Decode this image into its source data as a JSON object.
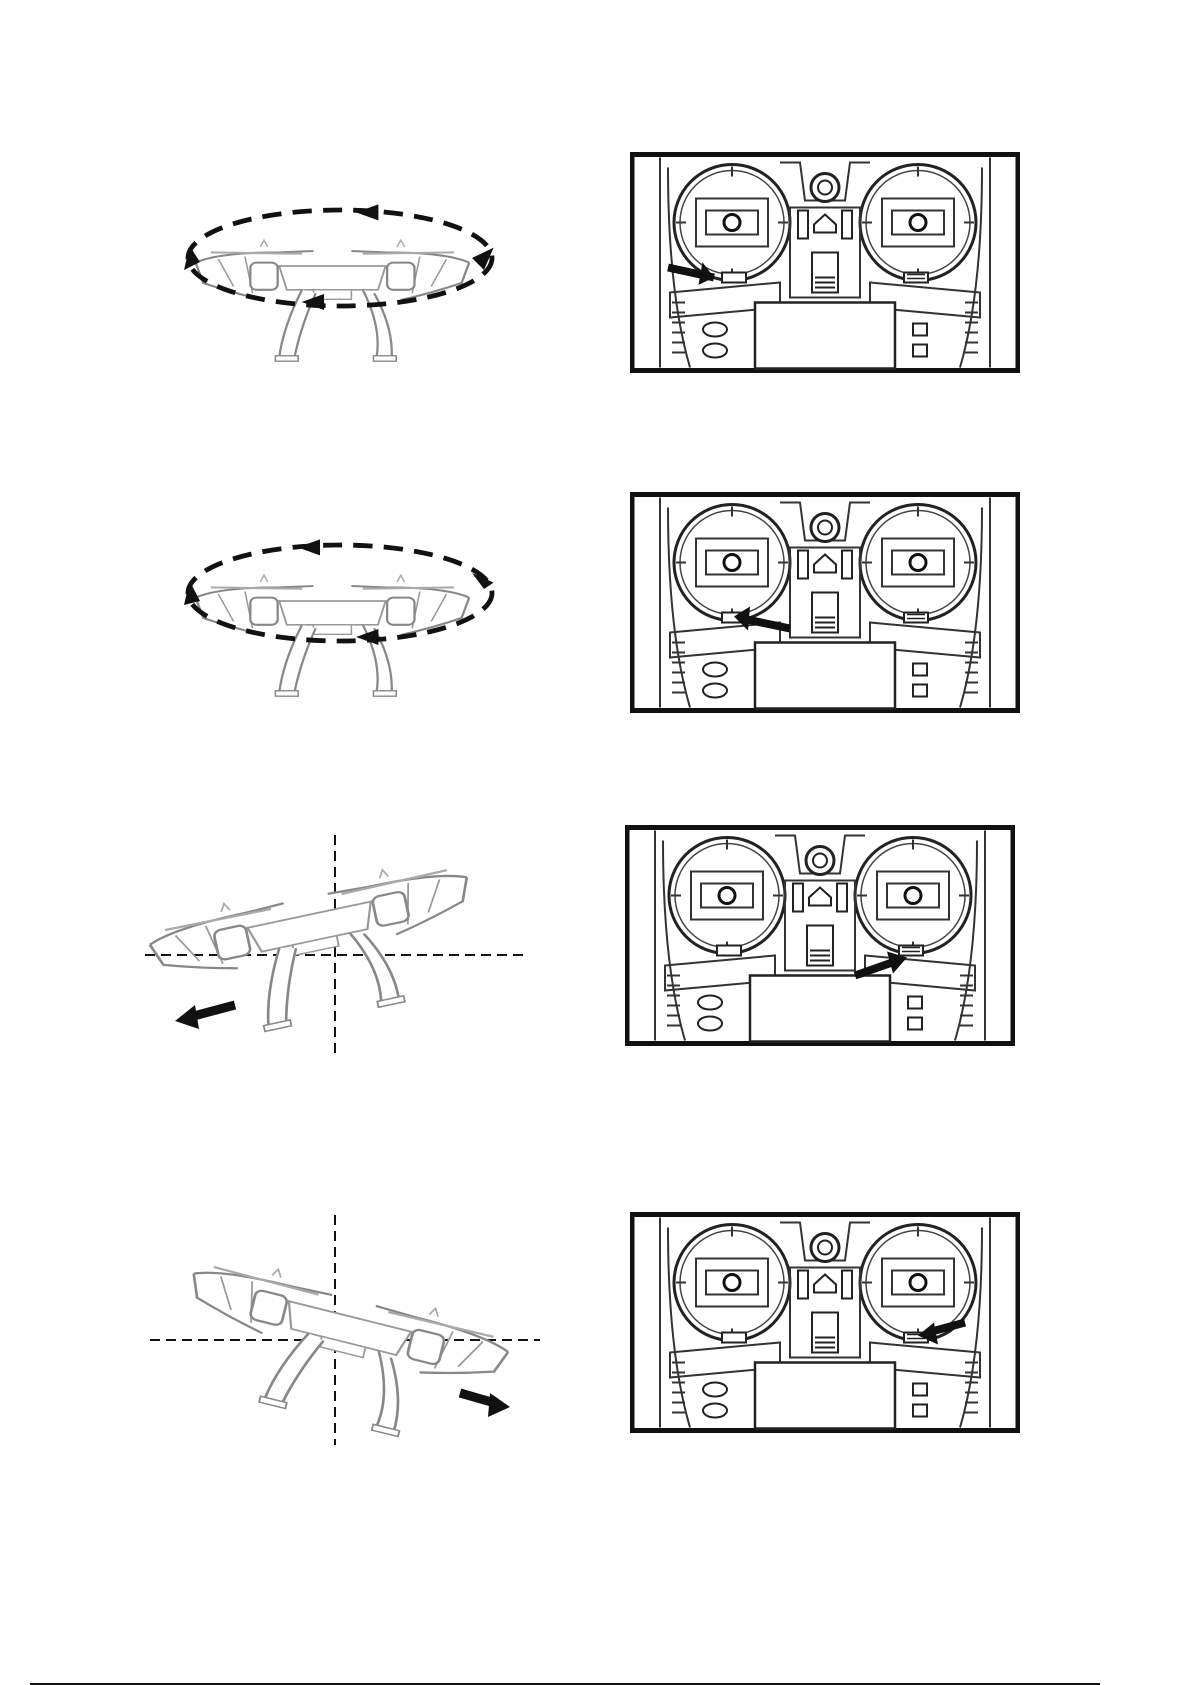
{
  "page": {
    "background": "#ffffff",
    "ink": "#111111"
  },
  "figures": [
    {
      "id": "yaw-left",
      "drone_icon": "drone-rotate-counterclockwise-icon",
      "motion": "rotate-counterclockwise",
      "remote_icon": "transmitter-icon",
      "trim_target": "left-trim-button",
      "arrow_direction": "right"
    },
    {
      "id": "yaw-right",
      "drone_icon": "drone-rotate-clockwise-icon",
      "motion": "rotate-clockwise",
      "remote_icon": "transmitter-icon",
      "trim_target": "left-trim-button",
      "arrow_direction": "left"
    },
    {
      "id": "roll-left",
      "drone_icon": "drone-tilt-left-icon",
      "motion": "drift-left",
      "remote_icon": "transmitter-icon",
      "trim_target": "right-trim-button",
      "arrow_direction": "right"
    },
    {
      "id": "roll-right",
      "drone_icon": "drone-tilt-right-icon",
      "motion": "drift-right",
      "remote_icon": "transmitter-icon",
      "trim_target": "right-trim-button",
      "arrow_direction": "left"
    }
  ]
}
